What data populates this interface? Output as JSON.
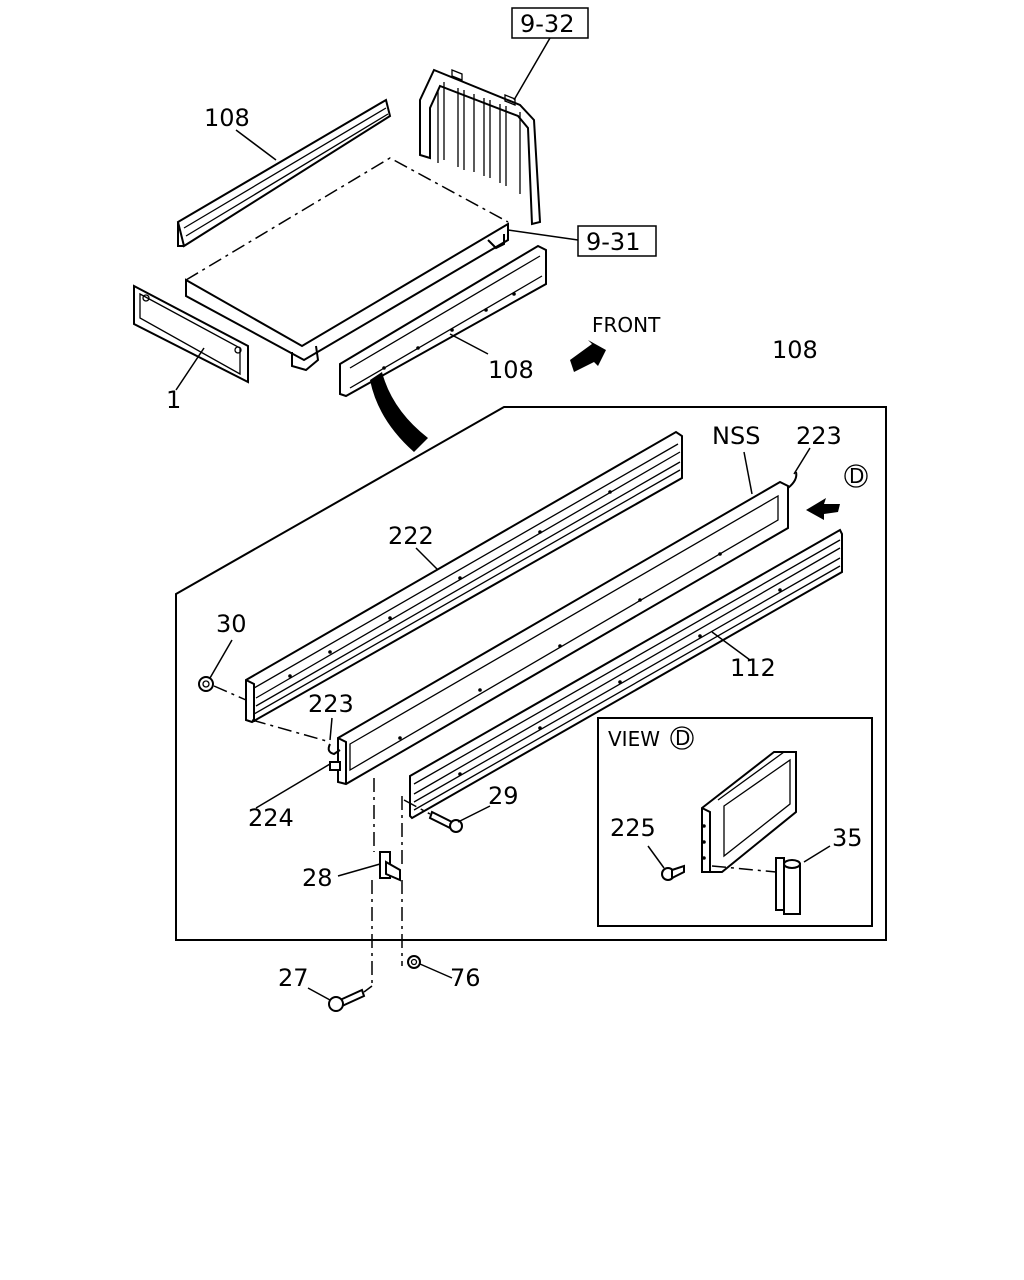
{
  "labels": {
    "ref_9_32": "9-32",
    "ref_9_31": "9-31",
    "part_108_top": "108",
    "part_108_mid": "108",
    "part_108_right": "108",
    "part_1": "1",
    "front": "FRONT",
    "nss": "NSS",
    "part_223_top": "223",
    "part_223_left": "223",
    "view_d_marker": "D",
    "part_222": "222",
    "part_30": "30",
    "part_112": "112",
    "part_224": "224",
    "part_29": "29",
    "part_28": "28",
    "part_27": "27",
    "part_76": "76",
    "view_title": "VIEW",
    "view_title_marker": "D",
    "part_225": "225",
    "part_35": "35"
  }
}
